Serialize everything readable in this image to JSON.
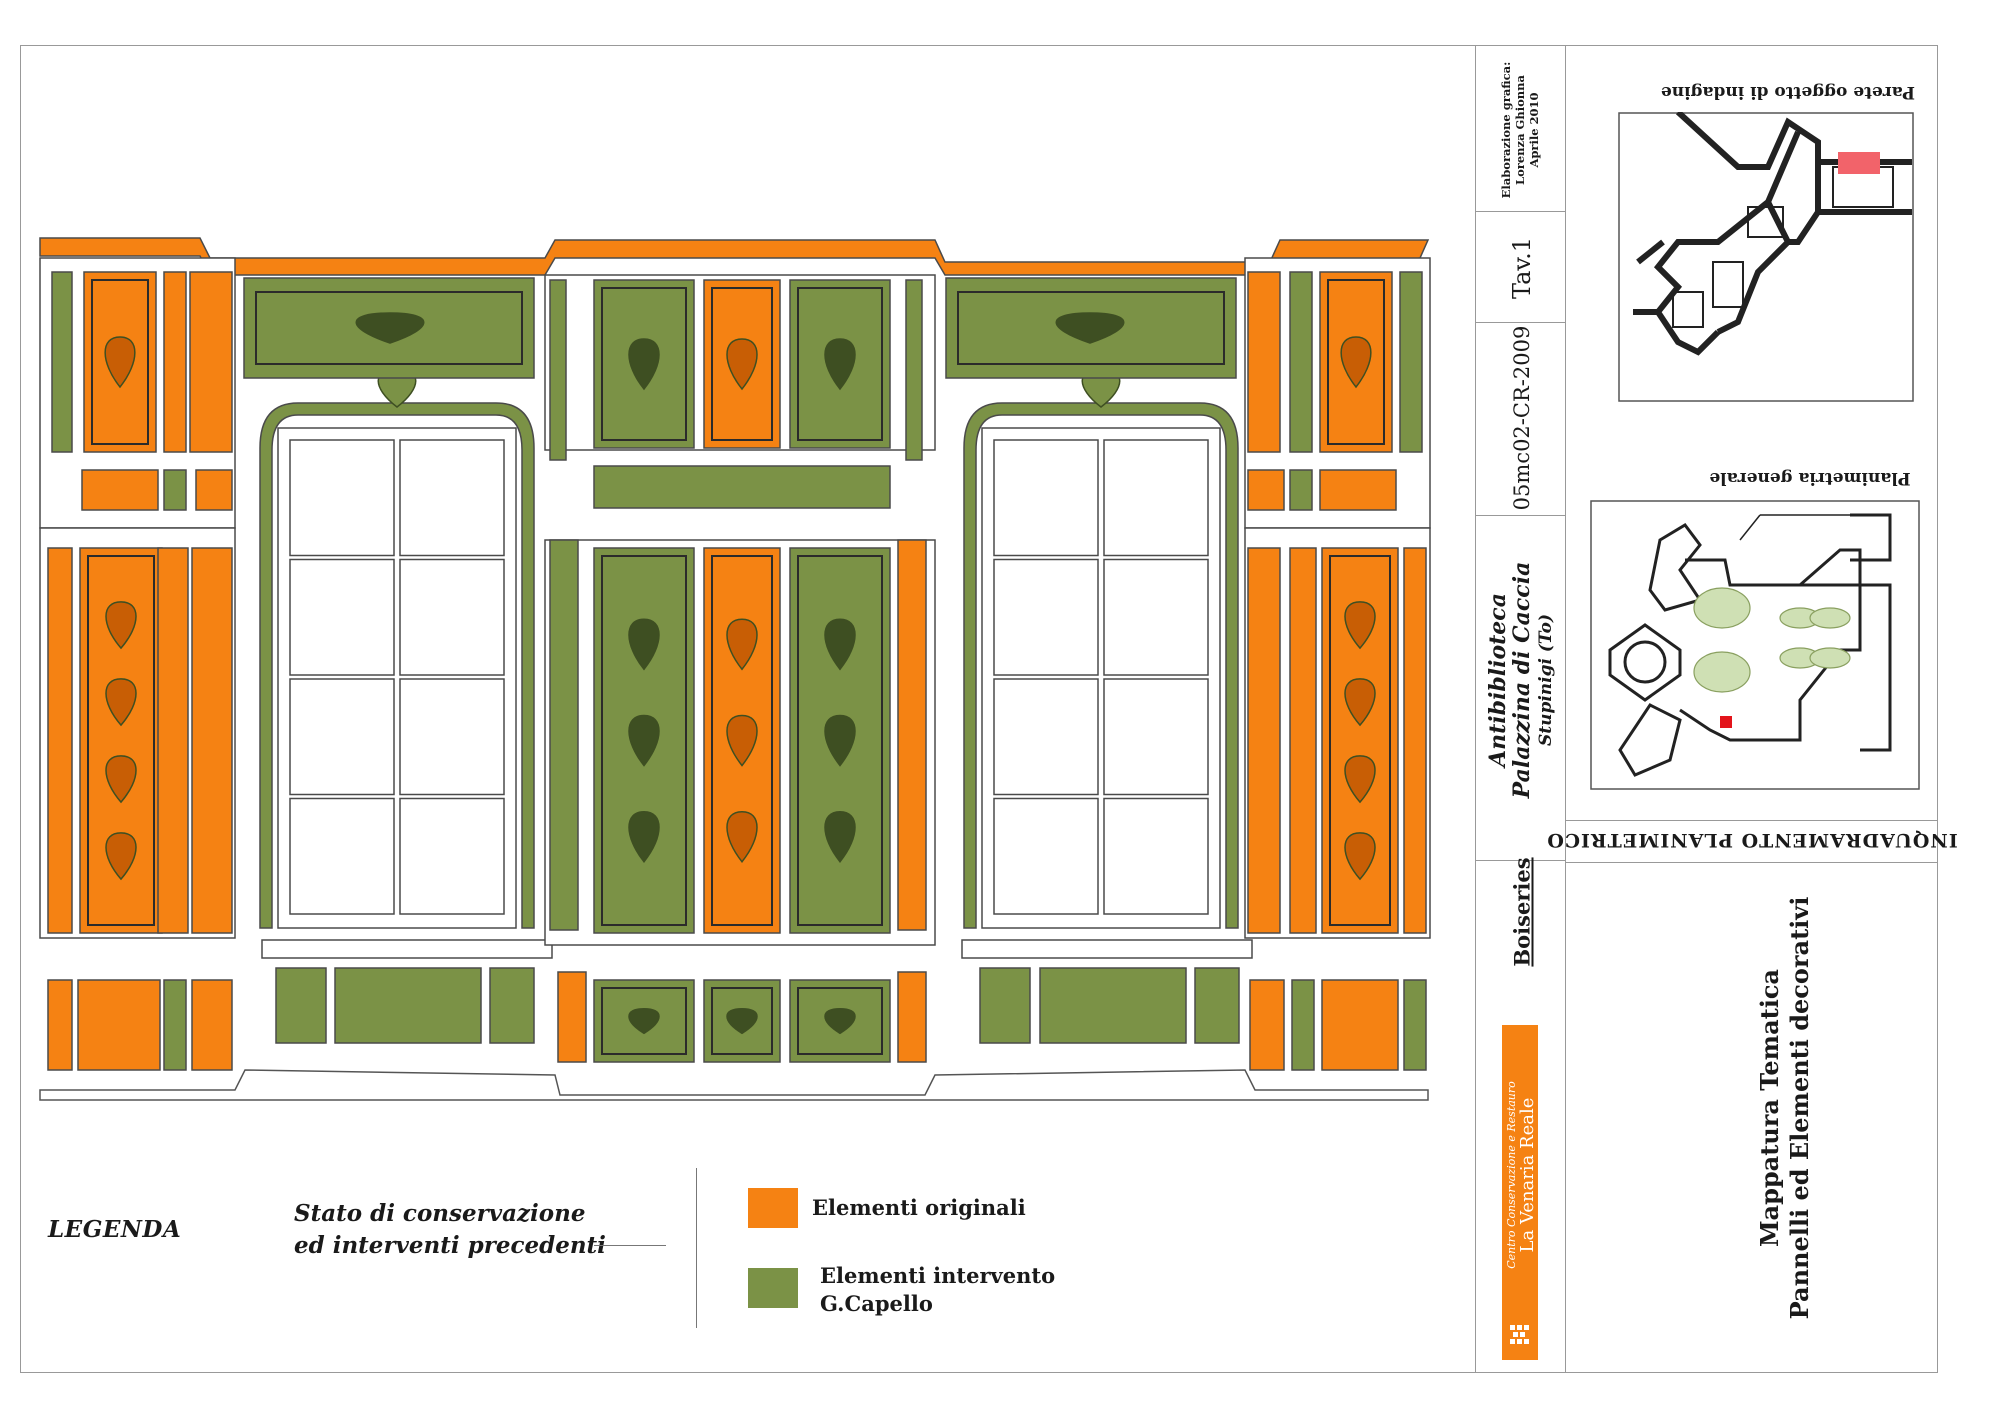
{
  "colors": {
    "original": "#f58213",
    "intervento": "#7b9246",
    "intervento_dark": "#3e4f22",
    "line": "#555555",
    "logo_orange": "#f58213"
  },
  "legend": {
    "title": "LEGENDA",
    "subtitle_line1": "Stato di conservazione",
    "subtitle_line2": "ed interventi precedenti",
    "items": [
      {
        "label_line1": "Elementi originali",
        "label_line2": "",
        "color": "#f58213"
      },
      {
        "label_line1": "Elementi intervento",
        "label_line2": "G.Capello",
        "color": "#7b9246"
      }
    ]
  },
  "title_block": {
    "graphic_credit_line1": "Elaborazione grafica:",
    "graphic_credit_line2": "Lorenza Ghionna",
    "graphic_credit_line3": "Aprile 2010",
    "tav": "Tav.1",
    "code": "05mc02-CR-2009",
    "room": "Antibiblioteca",
    "building": "Palazzina di Caccia",
    "place": "Stupinigi (To)",
    "category": "Boiseries",
    "logo_line1": "Centro Conservazione e Restauro",
    "logo_line2": "La Venaria Reale",
    "main_title_line1": "Mappatura Tematica",
    "main_title_line2": "Pannelli ed Elementi decorativi",
    "inquadramento": "INQUADRAMENTO PLANIMETRICO",
    "plan_general_caption": "Planimetria generale",
    "plan_detail_caption": "Parete oggetto di indagine"
  }
}
